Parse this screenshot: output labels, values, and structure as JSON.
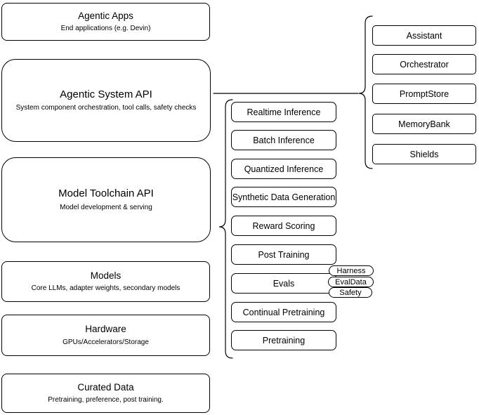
{
  "diagram": {
    "stack": [
      {
        "title": "Agentic Apps",
        "subtitle": "End applications (e.g. Devin)"
      },
      {
        "title": "Agentic System API",
        "subtitle": "System component orchestration, tool calls, safety checks"
      },
      {
        "title": "Model Toolchain API",
        "subtitle": "Model development & serving"
      },
      {
        "title": "Models",
        "subtitle": "Core LLMs, adapter weights, secondary models"
      },
      {
        "title": "Hardware",
        "subtitle": "GPUs/Accelerators/Storage"
      },
      {
        "title": "Curated Data",
        "subtitle": "Pretraining, preference, post training."
      }
    ],
    "toolchain_services": [
      {
        "label": "Realtime Inference"
      },
      {
        "label": "Batch Inference"
      },
      {
        "label": "Quantized Inference"
      },
      {
        "label": "Synthetic Data Generation"
      },
      {
        "label": "Reward Scoring"
      },
      {
        "label": "Post Training"
      },
      {
        "label": "Evals"
      },
      {
        "label": "Continual Pretraining"
      },
      {
        "label": "Pretraining"
      }
    ],
    "evals_tags": [
      {
        "label": "Harness"
      },
      {
        "label": "EvalData"
      },
      {
        "label": "Safety"
      }
    ],
    "system_components": [
      {
        "label": "Assistant"
      },
      {
        "label": "Orchestrator"
      },
      {
        "label": "PromptStore"
      },
      {
        "label": "MemoryBank"
      },
      {
        "label": "Shields"
      }
    ],
    "colors": {
      "border": "#000000",
      "fill": "#ffffff",
      "text": "#000000",
      "background": "#ffffff"
    }
  }
}
